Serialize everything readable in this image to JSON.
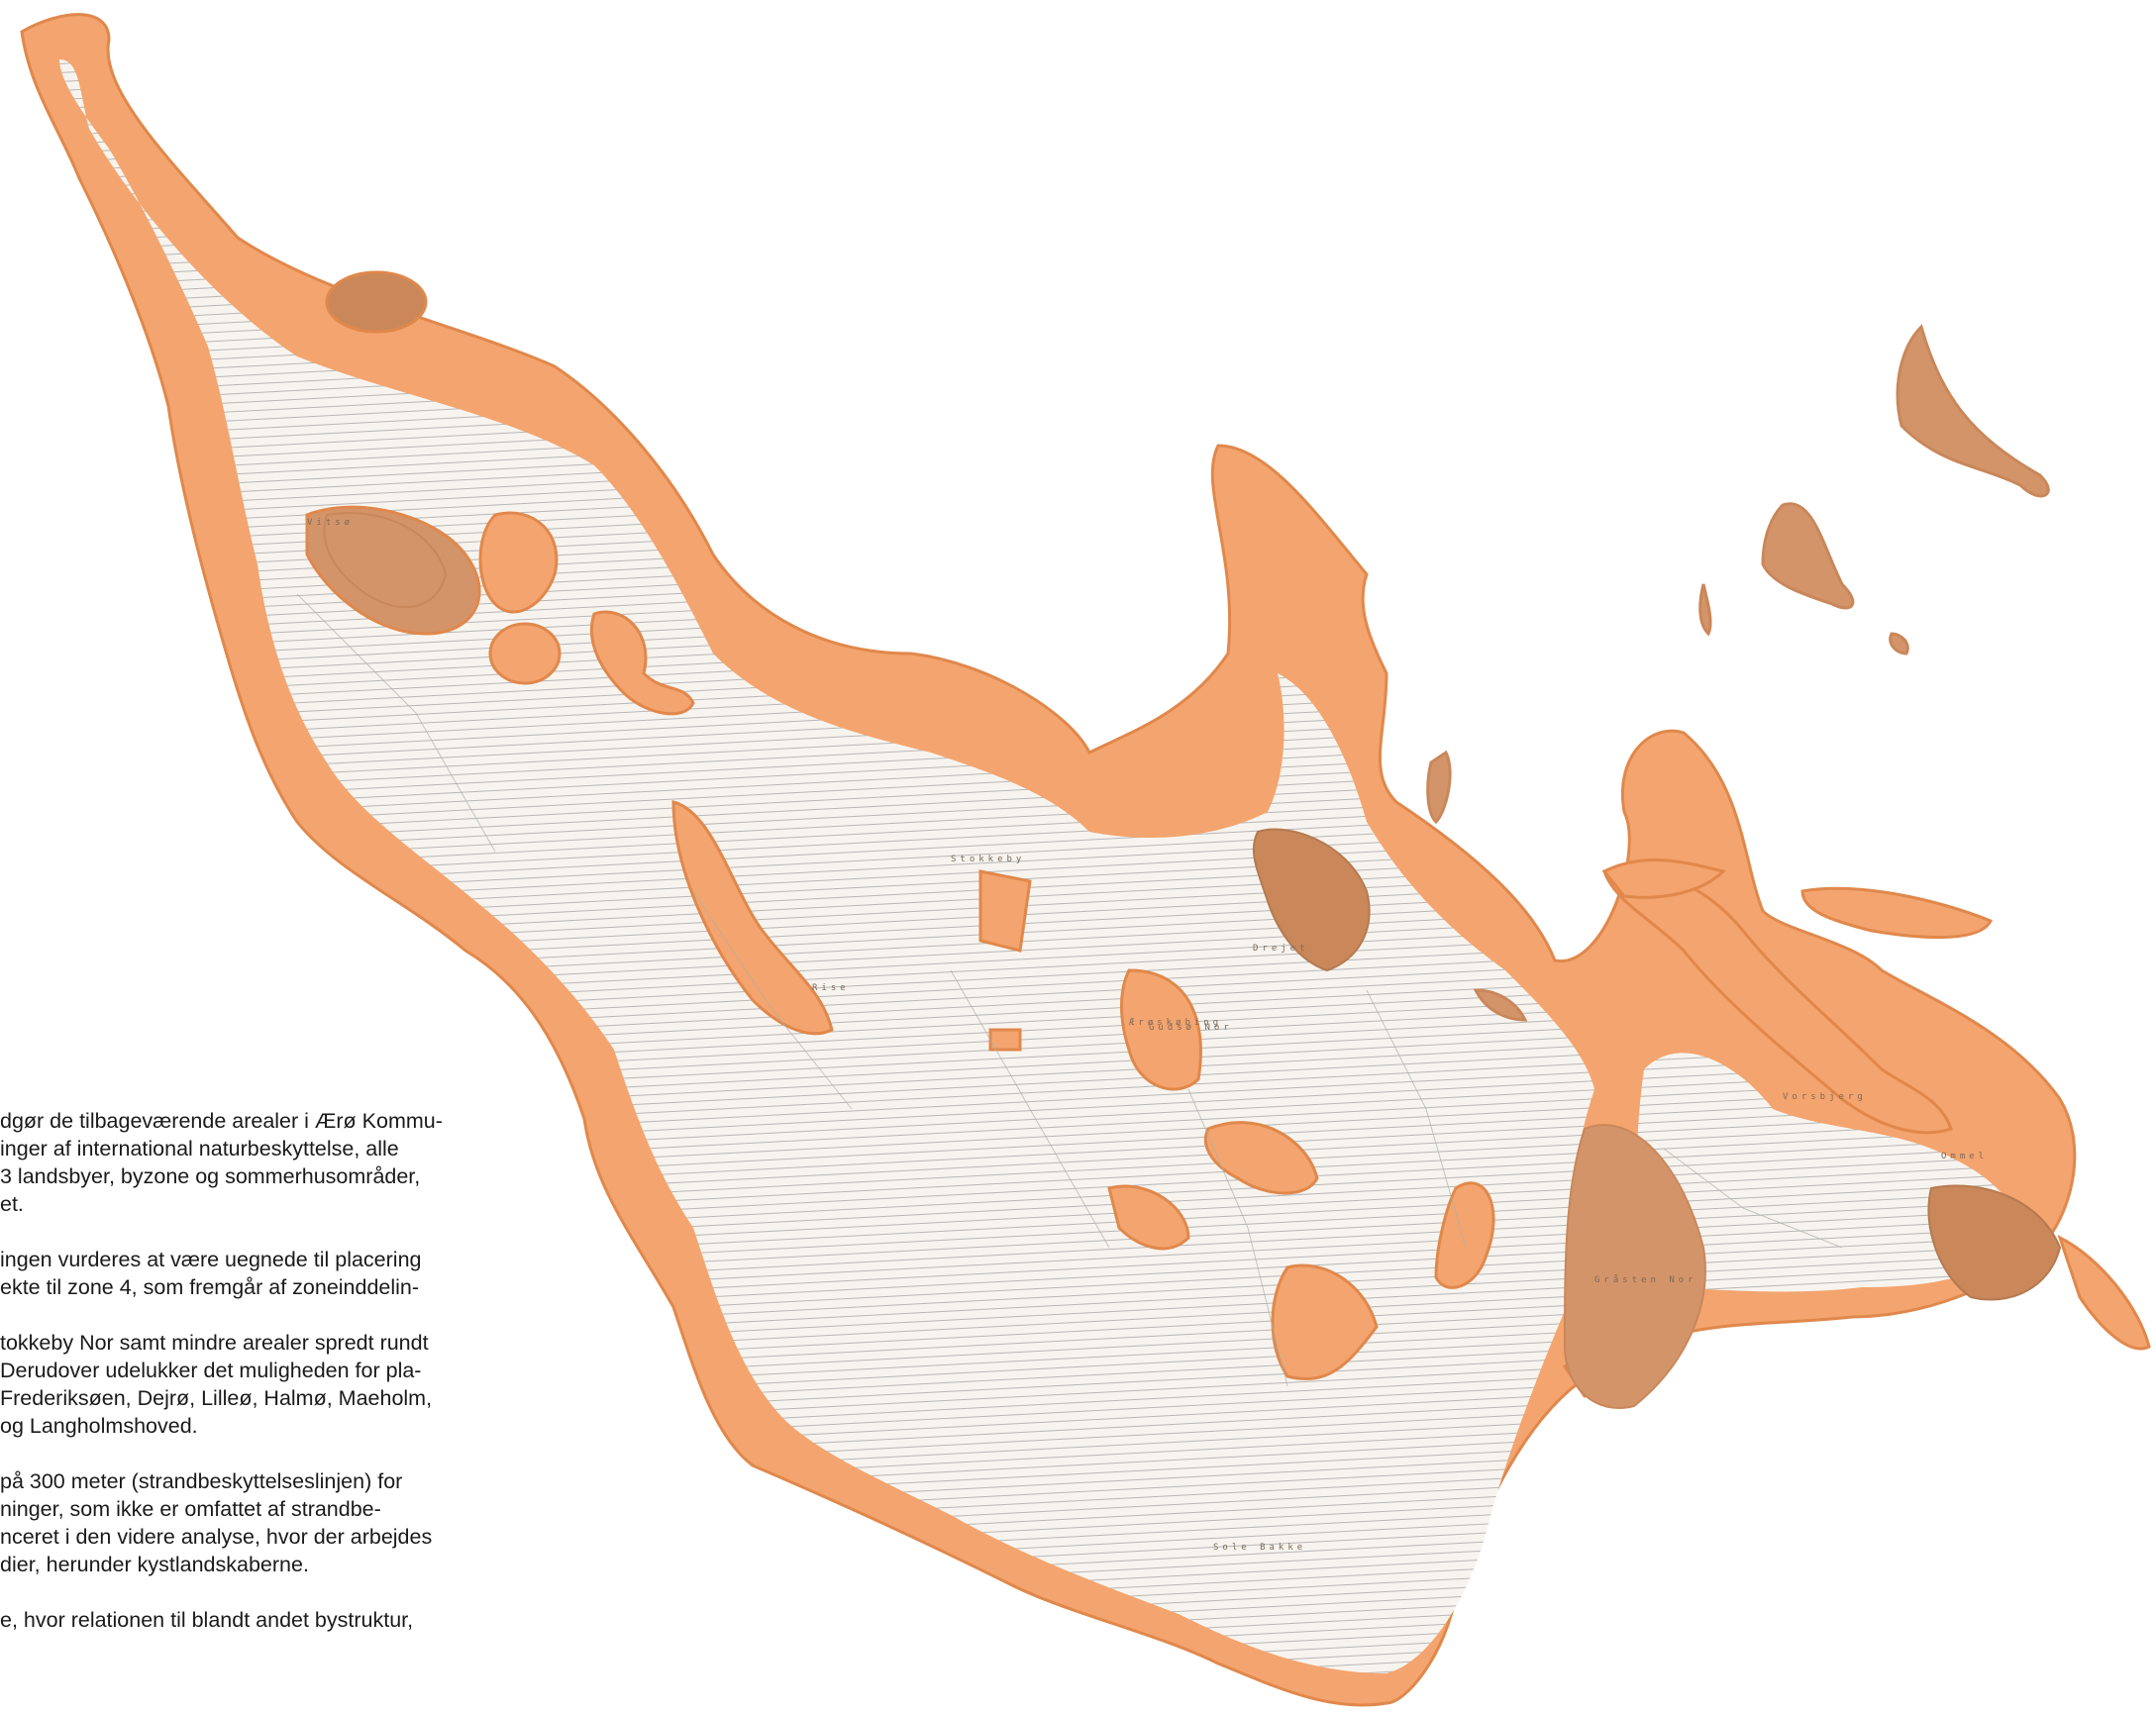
{
  "map_labels": [
    "Vitsø",
    "Ærøskøbing",
    "Gråsten Nor",
    "Drejet",
    "Gudsø Nor",
    "Sole Bakke",
    "Rise",
    "Stokkeby",
    "Ommel",
    "Vorsbjerg"
  ],
  "colors": {
    "zone": "#f4a46e",
    "zone_edge": "#e0884c",
    "dark_zone": "#c9875a",
    "hatch": "#b7b7b7",
    "land": "#f7f4ef"
  },
  "paragraphs": [
    {
      "lines": [
        "dgør de tilbageværende arealer i Ærø Kommu-",
        "inger af international naturbeskyttelse, alle",
        "3 landsbyer, byzone og sommerhusområder,",
        "et."
      ]
    },
    {
      "lines": [
        "ingen vurderes at være uegnede til placering",
        "ekte til zone 4, som fremgår af zoneinddelin-"
      ]
    },
    {
      "lines": [
        "tokkeby Nor samt mindre arealer spredt rundt",
        "Derudover udelukker det muligheden for pla-",
        " Frederiksøen, Dejrø, Lilleø, Halmø, Maeholm,",
        "og Langholmshoved."
      ]
    },
    {
      "lines": [
        "på 300 meter (strandbeskyttelseslinjen) for",
        "ninger, som ikke er omfattet af strandbe-",
        "nceret i den videre analyse, hvor der arbejdes",
        "dier, herunder kystlandskaberne."
      ]
    },
    {
      "lines": [
        "e, hvor relationen til blandt andet bystruktur,"
      ]
    }
  ]
}
